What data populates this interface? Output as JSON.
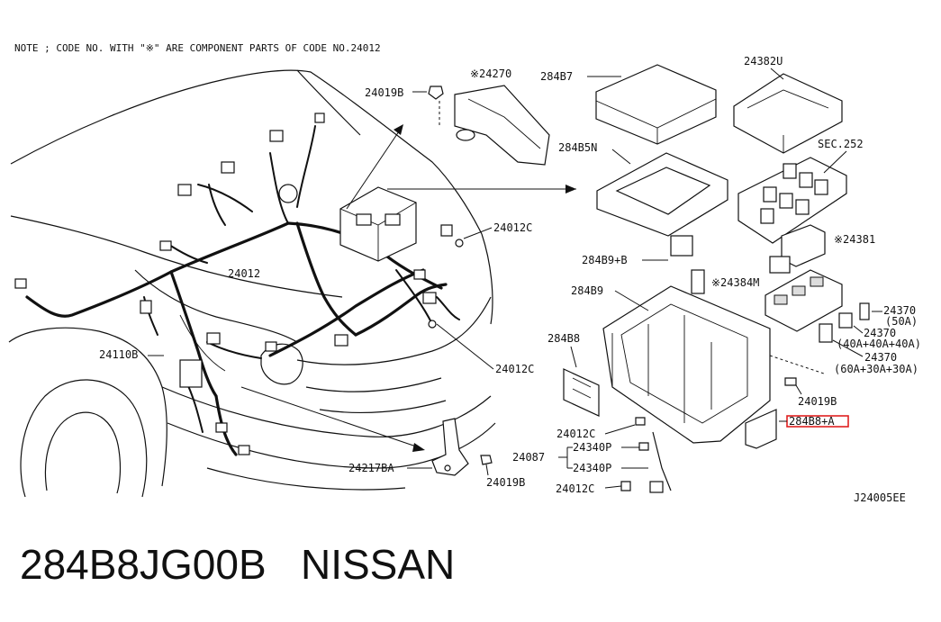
{
  "note": "NOTE ; CODE NO. WITH \"※\" ARE COMPONENT PARTS OF CODE NO.24012",
  "labels": {
    "l24270": "※24270",
    "l284B7": "284B7",
    "l24382U": "24382U",
    "l24019B_top": "24019B",
    "l284B5N": "284B5N",
    "lSEC252": "SEC.252",
    "l24012C_a": "24012C",
    "l24012": "24012",
    "l24381": "※24381",
    "l284B9B": "284B9+B",
    "l24384M": "※24384M",
    "l284B9": "284B9",
    "l24370_a": "24370",
    "l50A": "(50A)",
    "l24370_b": "24370",
    "l40A": "(40A+40A+40A)",
    "l24370_c": "24370",
    "l60A": "(60A+30A+30A)",
    "l24110B": "24110B",
    "l284B8": "284B8",
    "l24012C_b": "24012C",
    "l24019B_r": "24019B",
    "l284B8A": "284B8+A",
    "l24012C_c": "24012C",
    "l24087": "24087",
    "l24340P_a": "24340P",
    "l24340P_b": "24340P",
    "l24217BA": "24217BA",
    "l24019B_bot": "24019B",
    "l24012C_d": "24012C",
    "code": "J24005EE"
  },
  "part_number": "284B8JG00B",
  "brand": "NISSAN",
  "colors": {
    "ink": "#111111",
    "highlight": "#e02020"
  }
}
